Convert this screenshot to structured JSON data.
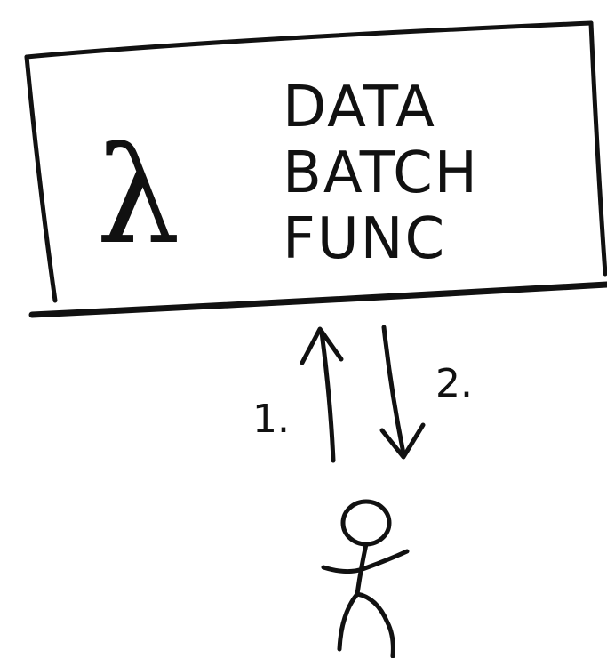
{
  "function_box": {
    "symbol": "λ",
    "lines": [
      "DATA",
      "BATCH",
      "FUNC"
    ]
  },
  "steps": [
    {
      "label": "1.",
      "direction": "up"
    },
    {
      "label": "2.",
      "direction": "down"
    }
  ],
  "colors": {
    "ink": "#111111",
    "background": "#ffffff"
  },
  "icons": {
    "user": "stick-figure-icon",
    "request": "arrow-up-icon",
    "response": "arrow-down-icon"
  }
}
